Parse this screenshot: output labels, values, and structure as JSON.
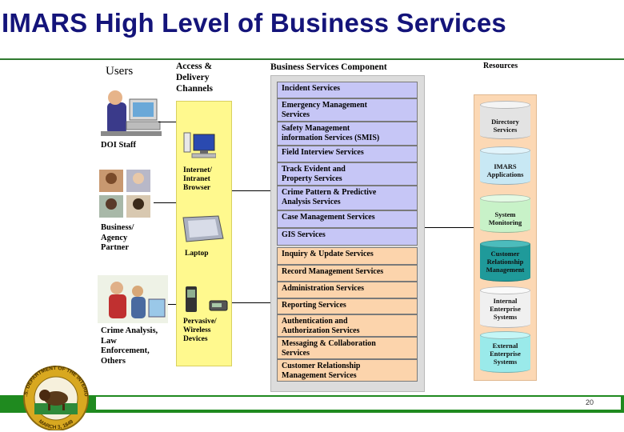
{
  "title": "IMARS High Level of Business Services",
  "columns": {
    "users": "Users",
    "access": [
      "Access &",
      "Delivery",
      "Channels"
    ],
    "component": "Business Services Component",
    "resources": "Resources"
  },
  "users": [
    {
      "label": [
        "DOI Staff"
      ]
    },
    {
      "label": [
        "Business/",
        "Agency",
        "Partner"
      ]
    },
    {
      "label": [
        "Crime Analysis,",
        "Law",
        "Enforcement,",
        "Others"
      ]
    }
  ],
  "channels": [
    {
      "label": [
        "Internet/",
        "Intranet",
        "Browser"
      ]
    },
    {
      "label": [
        "Laptop"
      ]
    },
    {
      "label": [
        "Pervasive/",
        "Wireless",
        "Devices"
      ]
    }
  ],
  "services": [
    {
      "lines": [
        "Incident Services"
      ],
      "group": "blue"
    },
    {
      "lines": [
        "Emergency Management",
        "Services"
      ],
      "group": "blue"
    },
    {
      "lines": [
        "Safety Management",
        "information Services (SMIS)"
      ],
      "group": "blue"
    },
    {
      "lines": [
        "Field Interview  Services"
      ],
      "group": "blue"
    },
    {
      "lines": [
        "Track Evident and",
        "Property Services"
      ],
      "group": "blue"
    },
    {
      "lines": [
        "Crime Pattern & Predictive",
        "Analysis Services"
      ],
      "group": "blue"
    },
    {
      "lines": [
        "Case Management Services"
      ],
      "group": "blue"
    },
    {
      "lines": [
        "GIS Services"
      ],
      "group": "blue"
    },
    {
      "lines": [
        "Inquiry & Update Services"
      ],
      "group": "peach"
    },
    {
      "lines": [
        "Record Management Services"
      ],
      "group": "peach"
    },
    {
      "lines": [
        "Administration Services"
      ],
      "group": "peach"
    },
    {
      "lines": [
        "Reporting Services"
      ],
      "group": "peach"
    },
    {
      "lines": [
        "Authentication and",
        "Authorization Services"
      ],
      "group": "peach"
    },
    {
      "lines": [
        "Messaging & Collaboration",
        "Services"
      ],
      "group": "peach"
    },
    {
      "lines": [
        "Customer Relationship",
        "Management  Services"
      ],
      "group": "peach"
    }
  ],
  "resources": [
    {
      "lines": [
        "Directory",
        "Services"
      ],
      "color": "#e3e3e3",
      "top_color": "#f4f4f4"
    },
    {
      "lines": [
        "IMARS",
        "Applications"
      ],
      "color": "#c8e8f4",
      "top_color": "#e2f4fb"
    },
    {
      "lines": [
        "System",
        "Monitoring"
      ],
      "color": "#c8f2c8",
      "top_color": "#e4fae4"
    },
    {
      "lines": [
        "Customer",
        "Relationship",
        "Management"
      ],
      "color": "#1f9a9a",
      "top_color": "#4cbcbc"
    },
    {
      "lines": [
        "Internal",
        "Enterprise",
        "Systems"
      ],
      "color": "#f0f0f0",
      "top_color": "#fafafa"
    },
    {
      "lines": [
        "External",
        "Enterprise",
        "Systems"
      ],
      "color": "#9aeaea",
      "top_color": "#c4f6f6"
    }
  ],
  "seal_text": {
    "top": "U.S. DEPARTMENT OF THE INTERIOR",
    "bottom": "MARCH 3, 1849"
  },
  "page_number": "20",
  "colors": {
    "title": "#14147a",
    "rule": "#2f7a2f",
    "footer": "#1f8a1f",
    "channel_panel": "#fff98e",
    "service_blue": "#c6c6f6",
    "service_peach": "#fcd4ac",
    "resource_column": "#fcd8b4"
  }
}
